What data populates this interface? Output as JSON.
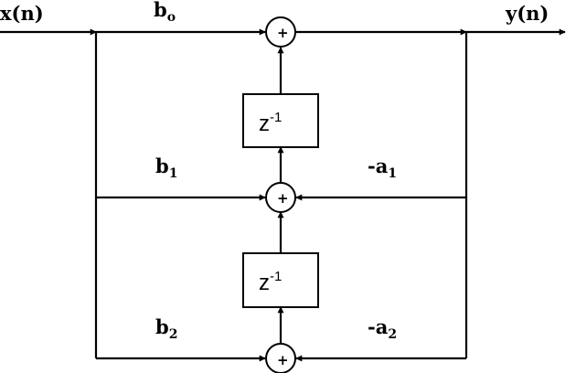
{
  "signals": {
    "input": "x(n)",
    "output": "y(n)"
  },
  "coefficients": {
    "b0": {
      "base": "b",
      "sub": "o"
    },
    "b1": {
      "base": "b",
      "sub": "1"
    },
    "b2": {
      "base": "b",
      "sub": "2"
    },
    "a1": {
      "base": "-a",
      "sub": "1"
    },
    "a2": {
      "base": "-a",
      "sub": "2"
    }
  },
  "delay": {
    "base": "z",
    "exp": "-1"
  },
  "summer_sign": "+"
}
